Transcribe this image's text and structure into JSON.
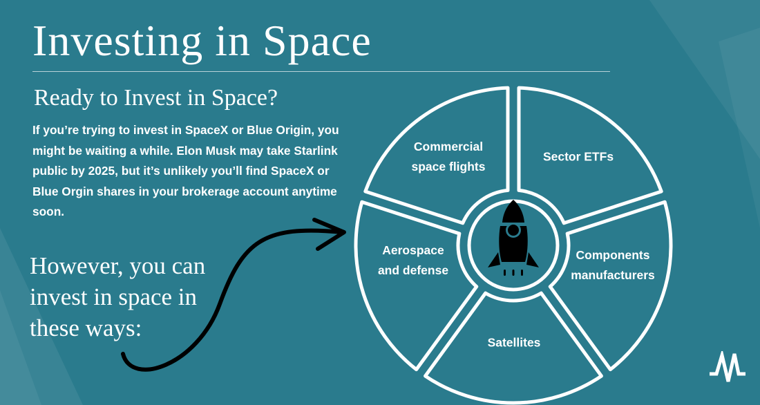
{
  "title": "Investing in Space",
  "subtitle": "Ready to Invest in Space?",
  "paragraph": "If you’re trying to invest in SpaceX or Blue Origin, you might be waiting a while. Elon Musk may take Starlink public by 2025, but it’s unlikely you’ll find SpaceX or Blue Orgin shares in your brokerage account anytime soon.",
  "however": "However, you can invest in space in these ways:",
  "wheel": {
    "center_icon": "rocket-icon",
    "segments": [
      {
        "label_lines": [
          "Commercial",
          "space flights"
        ]
      },
      {
        "label_lines": [
          "Sector ETFs"
        ]
      },
      {
        "label_lines": [
          "Components",
          "manufacturers"
        ]
      },
      {
        "label_lines": [
          "Satellites"
        ]
      },
      {
        "label_lines": [
          "Aerospace",
          "and defense"
        ]
      }
    ]
  },
  "logo": "pulse-logo-icon",
  "colors": {
    "background": "#2a7b8d",
    "foreground": "#ffffff",
    "arrow": "#000000"
  }
}
